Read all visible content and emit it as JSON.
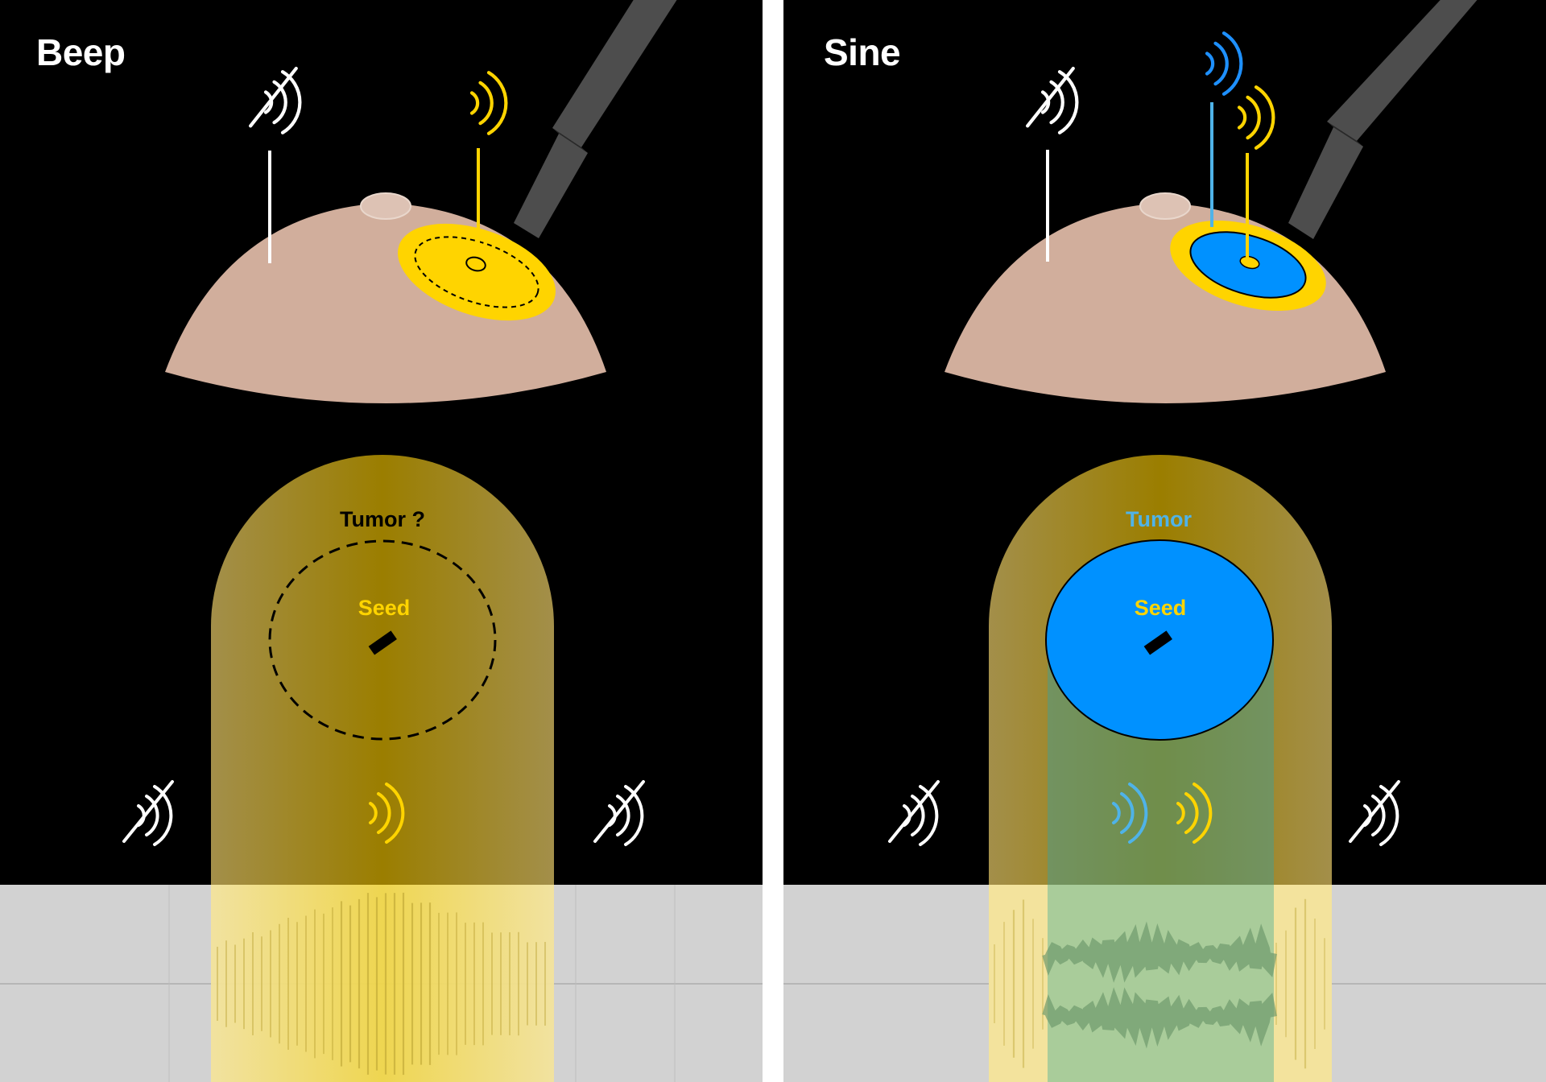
{
  "panels": [
    {
      "title": "Beep",
      "tumor_label": "Tumor ?",
      "seed_label": "Seed"
    },
    {
      "title": "Sine",
      "tumor_label": "Tumor",
      "seed_label": "Seed"
    }
  ],
  "colors": {
    "background": "#000000",
    "skin": "#d1ae9c",
    "yellow": "#ffd400",
    "blue": "#0091ff",
    "light_blue": "#4fb3e8",
    "beam": "#9b7e00",
    "waveform_bg": "#d2d2d2",
    "probe": "#4d4d4d"
  },
  "icons": [
    "sound-off-icon",
    "sound-on-icon",
    "surgical-probe-icon"
  ]
}
